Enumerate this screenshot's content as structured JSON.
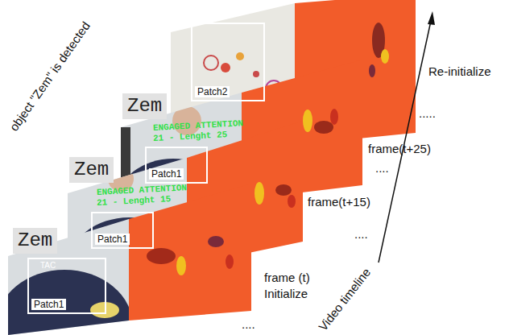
{
  "diagram": {
    "nodes": [
      {
        "text": [
          "Patch2"
        ]
      },
      {
        "text": [
          "Zem"
        ]
      },
      {
        "text": [
          "Patch1"
        ]
      },
      {
        "text": [
          "Zem"
        ]
      },
      {
        "text": [
          "Patch1"
        ]
      },
      {
        "text": [
          "Zem"
        ]
      },
      {
        "text": [
          "Patch1"
        ]
      }
    ],
    "labels": [
      "object \"Zem\" is detected",
      "Video timeline",
      "Re-initialize",
      "frame(t+25)",
      "frame(t+15)",
      "frame (t)",
      "Initialize",
      "ENGAGED ATTENTION",
      "21 - Lenght 25",
      "ENGAGED ATTENTION",
      "21 - Lenght 15",
      "TAC",
      ".....",
      "....",
      "....",
      "...."
    ]
  }
}
